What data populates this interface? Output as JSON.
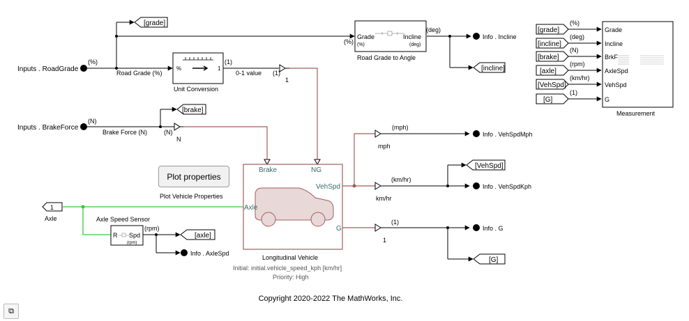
{
  "colors": {
    "signal": "#000000",
    "physical": "#a05e5e",
    "axle_line": "#3ec53e",
    "vehicle_fill": "#e8d8d8"
  },
  "inputs": {
    "road_grade": "Inputs . RoadGrade",
    "brake_force": "Inputs . BrakeForce"
  },
  "signals": {
    "road_grade_label": "Road Grade (%)",
    "brake_force_label": "Brake Force (N)",
    "zero_one_value": "0-1 value",
    "pct": "(%)",
    "n": "(N)",
    "one": "(1)",
    "deg": "(deg)",
    "mph": "(mph)",
    "kmhr": "(km/hr)",
    "rpm": "(rpm)"
  },
  "tags": {
    "grade": "[grade]",
    "brake": "[brake]",
    "incline": "[incline]",
    "vehspd": "[VehSpd]",
    "axle": "[axle]",
    "g": "[G]"
  },
  "blocks": {
    "unit_conversion": {
      "name": "Unit Conversion",
      "left": "%",
      "right": "1"
    },
    "road_grade_to_angle": {
      "name": "Road Grade to Angle",
      "grade": "Grade",
      "incline": "Incline",
      "pct": "(%)",
      "deg": "(deg)"
    },
    "vehicle": {
      "name": "Longitudinal Vehicle",
      "brake": "Brake",
      "ng": "NG",
      "vehspd": "VehSpd",
      "axle": "Axle",
      "g": "G",
      "initial": "Initial: initial.vehicle_speed_kph [km/hr]",
      "priority": "Priority: High"
    },
    "axle_sensor": {
      "name": "Axle Speed Sensor",
      "r": "R",
      "spd": "Spd",
      "rpm": "(rpm)"
    },
    "measurement": {
      "name": "Measurement",
      "ports": [
        "Grade",
        "Incline",
        "BrkF",
        "AxleSpd",
        "VehSpd",
        "G"
      ],
      "in_tags": [
        "[grade]",
        "[incline]",
        "[brake]",
        "[axle]",
        "[VehSpd]",
        "[G]"
      ],
      "in_units": [
        "(%)",
        "(deg)",
        "(N)",
        "(rpm)",
        "(km/hr)",
        "(1)"
      ]
    }
  },
  "converters": {
    "one": "1",
    "n": "N",
    "mph": "mph",
    "kmhr": "km/hr",
    "g_one": "1"
  },
  "outputs": {
    "incline": "Info . Incline",
    "veh_spd_mph": "Info . VehSpdMph",
    "veh_spd_kph": "Info . VehSpdKph",
    "g": "Info . G",
    "axle_spd": "Info . AxleSpd"
  },
  "inport_axle": {
    "number": "1",
    "name": "Axle"
  },
  "plot": {
    "button": "Plot properties",
    "caption": "Plot Vehicle Properties"
  },
  "copyright": "Copyright 2020-2022 The MathWorks, Inc."
}
